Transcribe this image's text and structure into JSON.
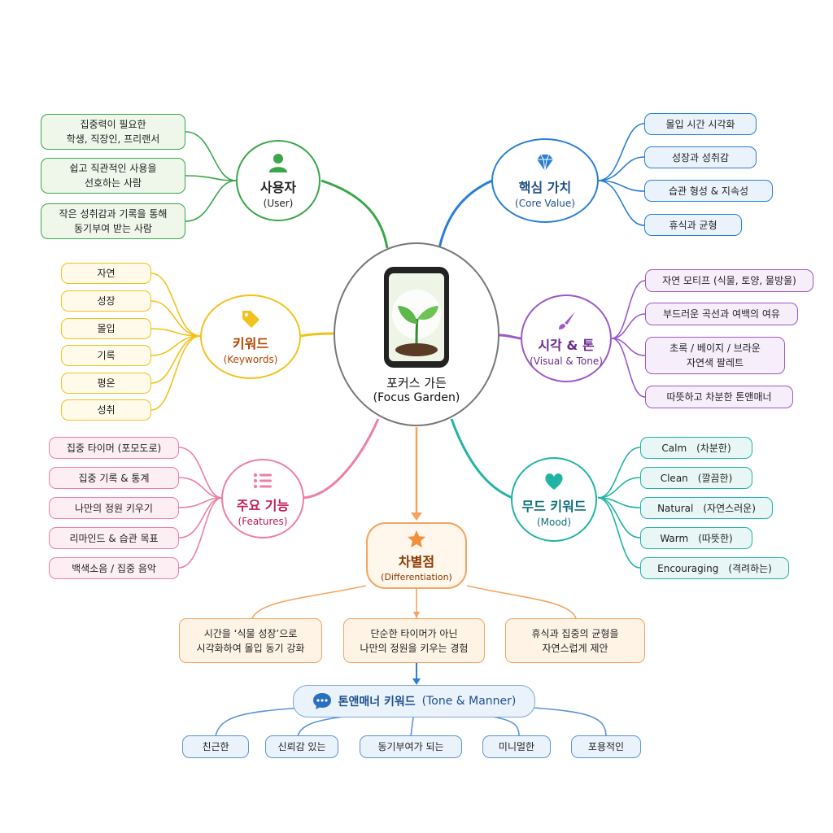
{
  "center": {
    "title": "포커스 가든",
    "subtitle": "(Focus Garden)"
  },
  "user": {
    "title": "사용자",
    "subtitle": "(User)",
    "items": [
      [
        "집중력이 필요한",
        "학생, 직장인, 프리랜서"
      ],
      [
        "쉽고 직관적인 사용을",
        "선호하는 사람"
      ],
      [
        "작은 성취감과 기록을 통해",
        "동기부여 받는 사람"
      ]
    ]
  },
  "core_value": {
    "title": "핵심 가치",
    "subtitle": "(Core Value)",
    "items": [
      "몰입 시간 시각화",
      "성장과 성취감",
      "습관 형성 & 지속성",
      "휴식과 균형"
    ]
  },
  "keywords": {
    "title": "키워드",
    "subtitle": "(Keywords)",
    "items": [
      "자연",
      "성장",
      "몰입",
      "기록",
      "평온",
      "성취"
    ]
  },
  "visual_tone": {
    "title": "시각 & 톤",
    "subtitle": "(Visual & Tone)",
    "items": [
      [
        "자연 모티프 (식물, 토양, 물방울)"
      ],
      [
        "부드러운 곡선과 여백의 여유"
      ],
      [
        "초록 / 베이지 / 브라운",
        "자연색 팔레트"
      ],
      [
        "따뜻하고 차분한 톤앤매너"
      ]
    ]
  },
  "features": {
    "title": "주요 기능",
    "subtitle": "(Features)",
    "items": [
      "집중 타이머 (포모도로)",
      "집중 기록 & 통계",
      "나만의 정원 키우기",
      "리마인드 & 습관 목표",
      "백색소음 / 집중 음악"
    ]
  },
  "mood": {
    "title": "무드 키워드",
    "subtitle": "(Mood)",
    "items": [
      [
        "Calm",
        "(차분한)"
      ],
      [
        "Clean",
        "(깔끔한)"
      ],
      [
        "Natural",
        "(자연스러운)"
      ],
      [
        "Warm",
        "(따뜻한)"
      ],
      [
        "Encouraging",
        "(격려하는)"
      ]
    ]
  },
  "differentiation": {
    "title": "차별점",
    "subtitle": "(Differentiation)",
    "items": [
      [
        "시간을 ‘식물 성장’으로",
        "시각화하여 몰입 동기 강화"
      ],
      [
        "단순한 타이머가 아닌",
        "나만의 정원을 키우는 경험"
      ],
      [
        "휴식과 집중의 균형을",
        "자연스럽게 제안"
      ]
    ]
  },
  "tone_manner": {
    "title": "톤앤매너 키워드",
    "subtitle": "(Tone & Manner)",
    "items": [
      "친근한",
      "신뢰감 있는",
      "동기부여가 되는",
      "미니멀한",
      "포용적인"
    ]
  },
  "colors": {
    "user": "#3aa648",
    "core_value": "#2a7fd4",
    "keywords": "#f2c21b",
    "visual_tone": "#9b59c9",
    "features": "#ef7fa0",
    "mood": "#21b3a4",
    "differentiation": "#f4a460",
    "tone_manner": "#5b93d6"
  },
  "icons": {
    "user": "person-icon",
    "core_value": "diamond-icon",
    "keywords": "tag-icon",
    "visual_tone": "paintbrush-icon",
    "features": "list-icon",
    "mood": "heart-icon",
    "differentiation": "star-icon",
    "tone_manner": "chat-bubble-icon",
    "center": "sprout-phone-icon"
  }
}
